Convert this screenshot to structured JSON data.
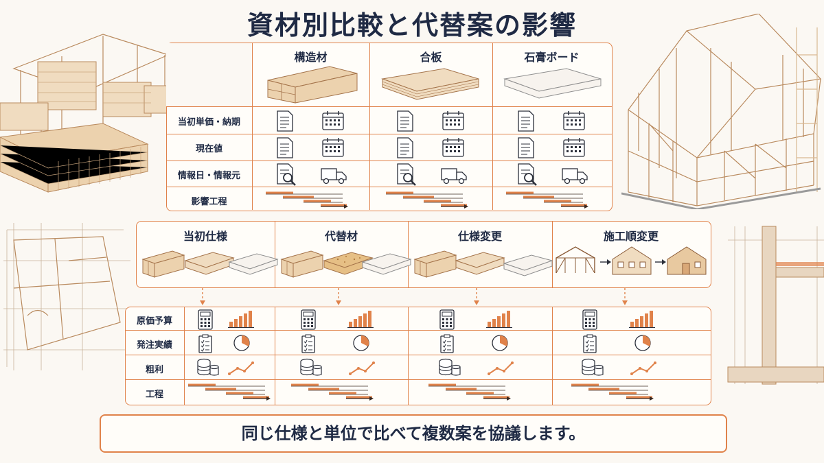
{
  "title": "資材別比較と代替案の影響",
  "materials": {
    "headers": [
      "構造材",
      "合板",
      "石膏ボード"
    ],
    "rows": [
      "当初単価・納期",
      "現在値",
      "情報日・情報元",
      "影響工程"
    ]
  },
  "options": {
    "headers": [
      "当初仕様",
      "代替材",
      "仕様変更",
      "施工順変更"
    ]
  },
  "impact": {
    "rows": [
      "原価予算",
      "発注実績",
      "粗利",
      "工程"
    ]
  },
  "footer": "同じ仕様と単位で比べて複数案を協議します。",
  "colors": {
    "accent": "#e0824a",
    "navy": "#1f2a44",
    "wood": "#e8c9a0"
  }
}
